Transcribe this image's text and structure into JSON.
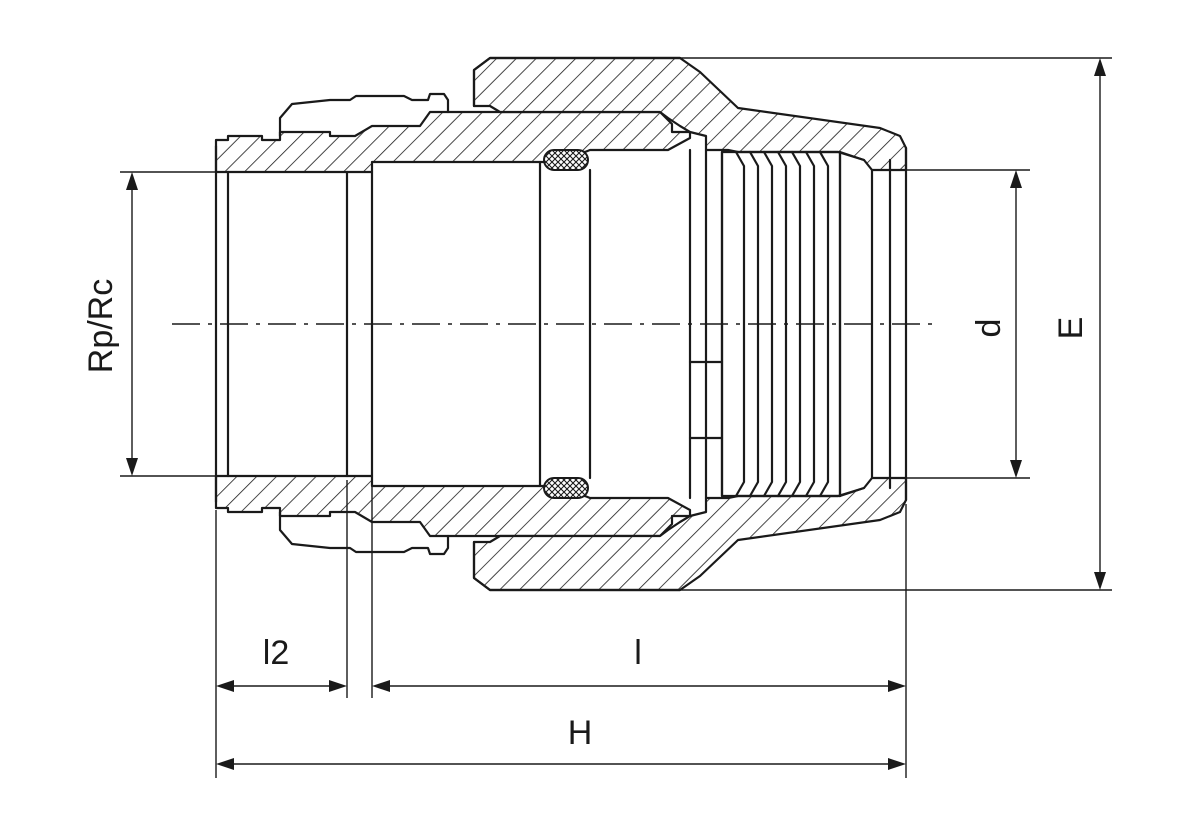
{
  "drawing": {
    "colors": {
      "line": "#1a1a1a",
      "background": "#ffffff"
    },
    "labels": {
      "rp_rc": "Rp/Rc",
      "d": "d",
      "e": "E",
      "l2": "l2",
      "l": "l",
      "h": "H"
    }
  }
}
